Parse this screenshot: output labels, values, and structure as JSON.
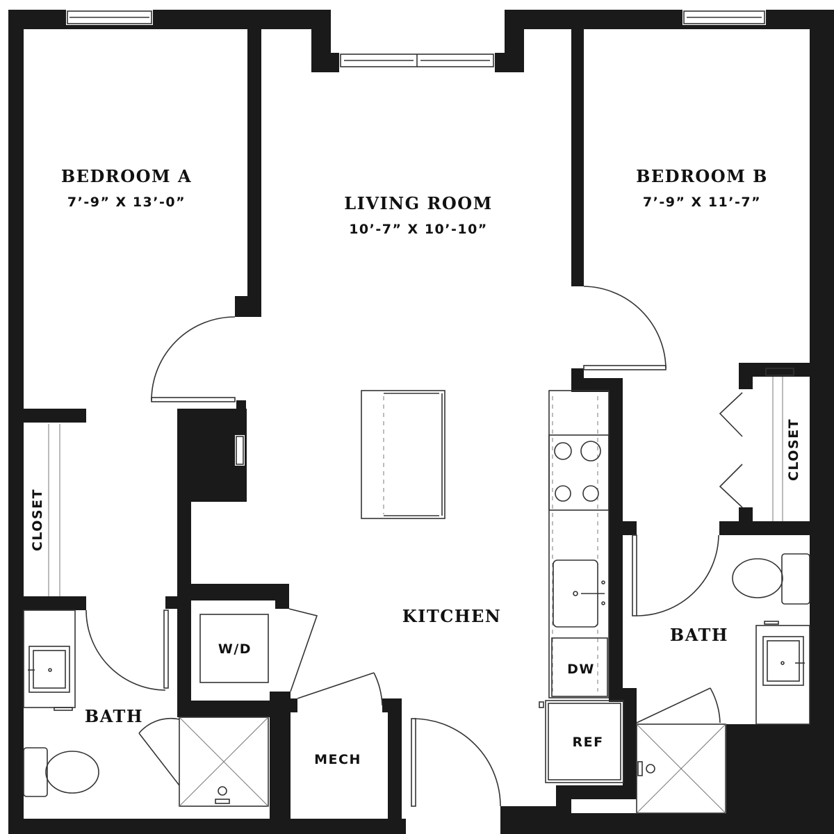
{
  "rooms": {
    "bedroom_a": {
      "name": "BEDROOM A",
      "dims": "7’-9” X 13’-0”"
    },
    "living_room": {
      "name": "LIVING ROOM",
      "dims": "10’-7” X 10’-10”"
    },
    "bedroom_b": {
      "name": "BEDROOM B",
      "dims": "7’-9” X 11’-7”"
    },
    "kitchen": {
      "name": "KITCHEN"
    },
    "bath_a": {
      "name": "BATH"
    },
    "bath_b": {
      "name": "BATH"
    }
  },
  "labels": {
    "closet_a": "CLOSET",
    "closet_b": "CLOSET",
    "washer_dryer": "W/D",
    "mech": "MECH",
    "dishwasher": "DW",
    "refrigerator": "REF"
  }
}
